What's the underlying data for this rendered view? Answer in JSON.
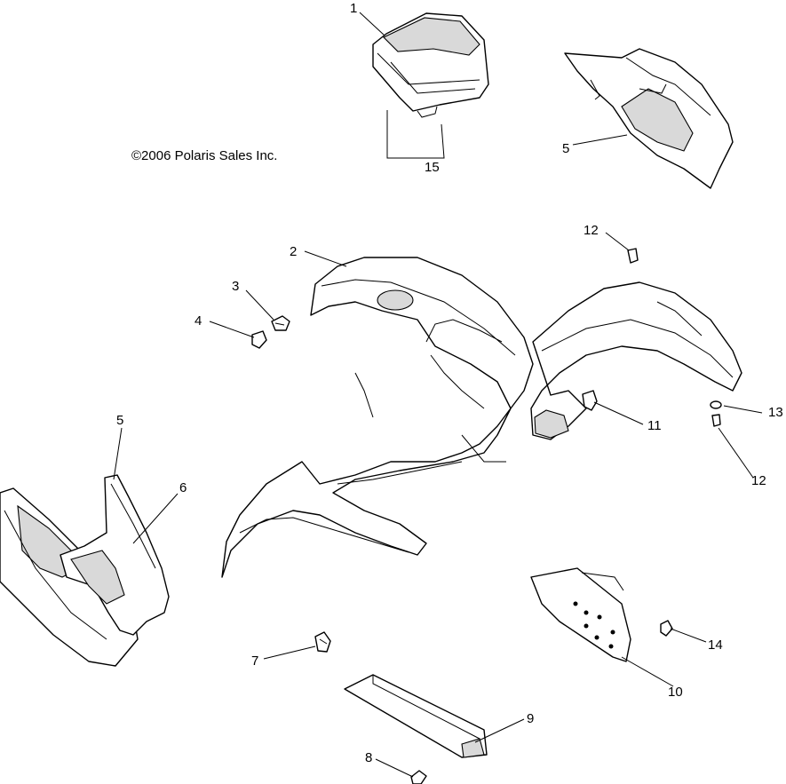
{
  "copyright": "©2006 Polaris Sales Inc.",
  "callouts": [
    {
      "id": "c1",
      "label": "1"
    },
    {
      "id": "c2",
      "label": "2"
    },
    {
      "id": "c3",
      "label": "3"
    },
    {
      "id": "c4",
      "label": "4"
    },
    {
      "id": "c5a",
      "label": "5"
    },
    {
      "id": "c5b",
      "label": "5"
    },
    {
      "id": "c6",
      "label": "6"
    },
    {
      "id": "c7",
      "label": "7"
    },
    {
      "id": "c8",
      "label": "8"
    },
    {
      "id": "c9",
      "label": "9"
    },
    {
      "id": "c10",
      "label": "10"
    },
    {
      "id": "c11",
      "label": "11"
    },
    {
      "id": "c12a",
      "label": "12"
    },
    {
      "id": "c12b",
      "label": "12"
    },
    {
      "id": "c13",
      "label": "13"
    },
    {
      "id": "c14",
      "label": "14"
    },
    {
      "id": "c15",
      "label": "15"
    }
  ]
}
